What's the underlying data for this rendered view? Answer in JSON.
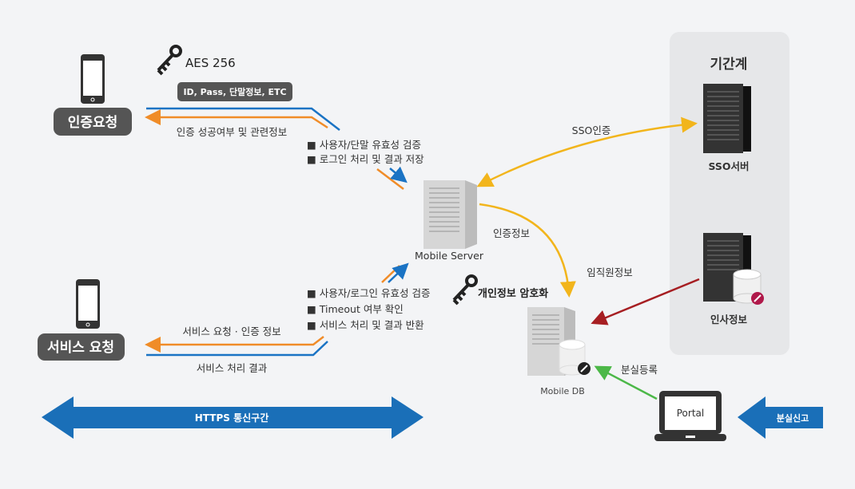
{
  "colors": {
    "blue": "#1a73c4",
    "orange": "#f08c28",
    "yellow": "#f2b51c",
    "red": "#a61e22",
    "green": "#4cb848",
    "pill": "#555555",
    "panel": "#e6e7e9",
    "arrow_blue": "#1a6fb8"
  },
  "auth": {
    "label": "인증요청",
    "encryption": "AES 256",
    "payload": "ID, Pass, 단말정보, ETC",
    "response": "인증 성공여부 및 관련정보",
    "steps": [
      "■ 사용자/단말 유효성 검증",
      "■ 로그인 처리 및 결과 저장"
    ]
  },
  "service": {
    "label": "서비스 요청",
    "request": "서비스 요청 · 인증 정보",
    "response": "서비스 처리 결과",
    "steps": [
      "■ 사용자/로그인 유효성 검증",
      "■ Timeout 여부 확인",
      "■ 서비스 처리 및 결과 반환"
    ]
  },
  "mobile_server": {
    "label": "Mobile Server"
  },
  "mobile_db": {
    "label": "Mobile DB",
    "encryption": "개인정보 암호화"
  },
  "legacy": {
    "title": "기간계",
    "sso": "SSO서버",
    "hr": "인사정보"
  },
  "flows": {
    "sso_auth": "SSO인증",
    "auth_info": "인증정보",
    "employee_info": "임직원정보",
    "loss_register": "분실등록"
  },
  "portal": {
    "label": "Portal",
    "report": "분실신고"
  },
  "https": {
    "label": "HTTPS 통신구간"
  }
}
